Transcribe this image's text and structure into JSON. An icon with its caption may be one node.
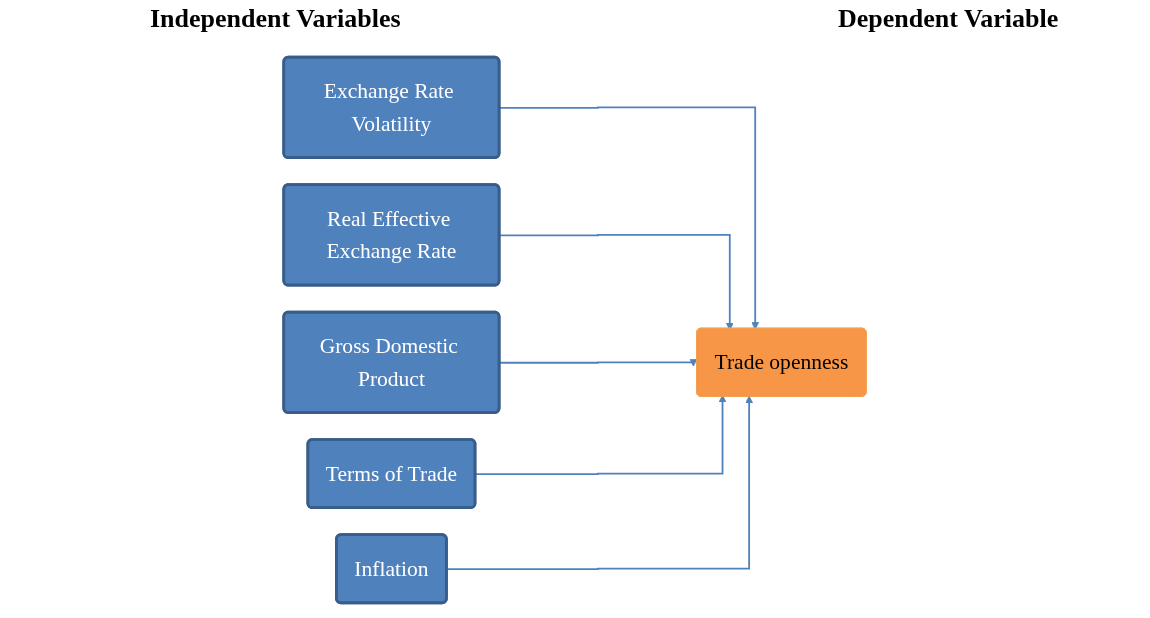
{
  "diagram": {
    "nodes": [
      {
        "text": [
          "Exchange Rate Volatility"
        ]
      },
      {
        "text": [
          "Real Effective Exchange Rate"
        ]
      },
      {
        "text": [
          "Gross Domestic Product"
        ]
      },
      {
        "text": [
          "Terms of Trade"
        ]
      },
      {
        "text": [
          "Inflation"
        ]
      },
      {
        "text": [
          "Trade openness"
        ]
      }
    ],
    "edges": [
      {
        "from": 0,
        "to": 5,
        "arrow": "to"
      },
      {
        "from": 1,
        "to": 5,
        "arrow": "to"
      },
      {
        "from": 2,
        "to": 5,
        "arrow": "to"
      },
      {
        "from": 3,
        "to": 5,
        "arrow": "to"
      },
      {
        "from": 4,
        "to": 5,
        "arrow": "to"
      }
    ],
    "labels": [
      "Independent Variables",
      "Dependent Variable"
    ]
  }
}
